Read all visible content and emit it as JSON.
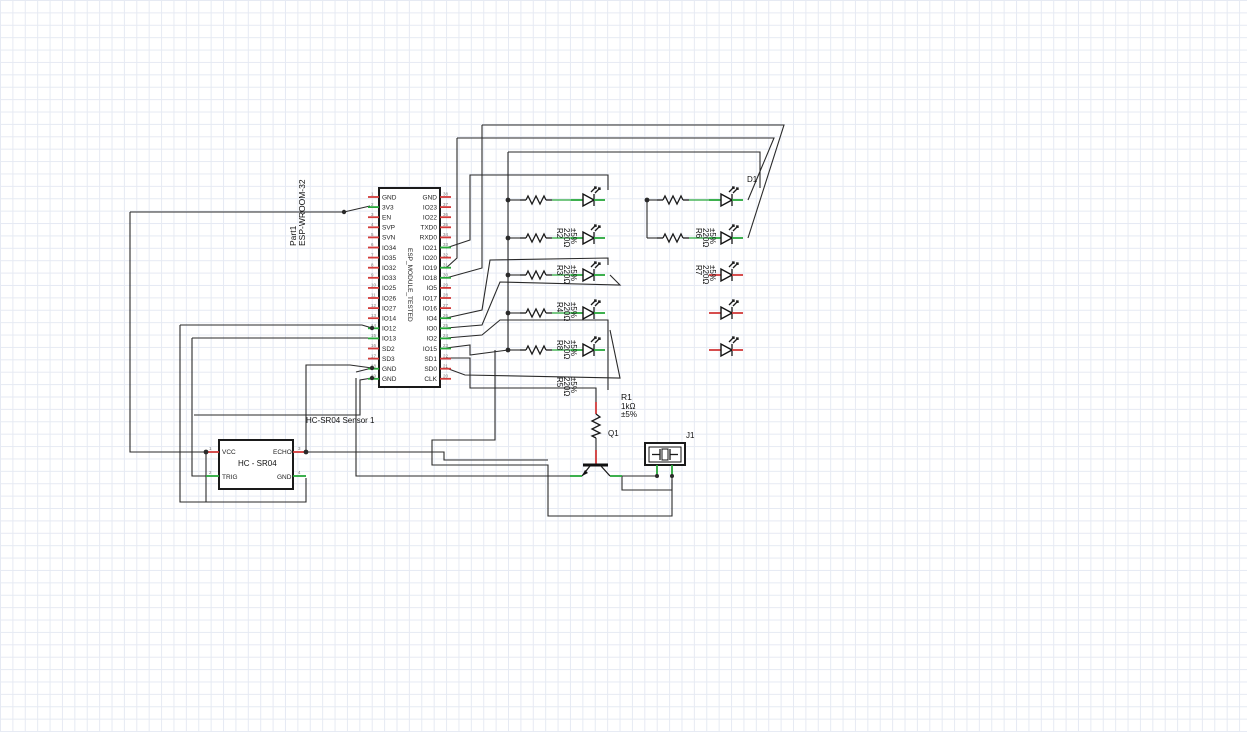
{
  "esp32": {
    "ref": "Part1",
    "name": "ESP-WROOM-32",
    "body_label": "ESP_MODULE_TESTED",
    "left_pins": [
      "GND",
      "3V3",
      "EN",
      "SVP",
      "SVN",
      "IO34",
      "IO35",
      "IO32",
      "IO33",
      "IO25",
      "IO26",
      "IO27",
      "IO14",
      "IO12",
      "IO13",
      "SD2",
      "SD3",
      "GND",
      "GND"
    ],
    "right_pins": [
      "GND",
      "IO23",
      "IO22",
      "TXD0",
      "RXD0",
      "IO21",
      "IO20",
      "IO19",
      "IO18",
      "IO5",
      "IO17",
      "IO16",
      "IO4",
      "IO0",
      "IO2",
      "IO15",
      "SD1",
      "SD0",
      "CLK"
    ],
    "left_nums": [
      "1",
      "2",
      "3",
      "4",
      "5",
      "6",
      "7",
      "8",
      "9",
      "10",
      "11",
      "12",
      "13",
      "14",
      "15",
      "16",
      "17",
      "18",
      "19"
    ],
    "right_nums": [
      "38",
      "37",
      "36",
      "35",
      "34",
      "33",
      "32",
      "31",
      "30",
      "29",
      "28",
      "27",
      "26",
      "25",
      "24",
      "23",
      "22",
      "21",
      "20"
    ]
  },
  "sensor": {
    "ref": "HC-SR04 Sensor 1",
    "name": "HC - SR04",
    "pins": [
      "VCC",
      "TRIG",
      "ECHO",
      "GND"
    ],
    "nums": [
      "1",
      "2",
      "3",
      "4"
    ]
  },
  "resistors": [
    {
      "ref": "R2",
      "value": "220Ω",
      "tol": "±5%"
    },
    {
      "ref": "R3",
      "value": "220Ω",
      "tol": "±5%"
    },
    {
      "ref": "R4",
      "value": "220Ω",
      "tol": "±5%"
    },
    {
      "ref": "R8",
      "value": "220Ω",
      "tol": "±5%"
    },
    {
      "ref": "R5",
      "value": "220Ω",
      "tol": "±5%"
    },
    {
      "ref": "R6",
      "value": "220Ω",
      "tol": "±5%"
    },
    {
      "ref": "R7",
      "value": "220Ω",
      "tol": "±5%"
    }
  ],
  "r1": {
    "ref": "R1",
    "value": "1kΩ",
    "tol": "±5%"
  },
  "q1": {
    "ref": "Q1"
  },
  "j1": {
    "ref": "J1"
  },
  "d1": {
    "ref": "D1"
  }
}
